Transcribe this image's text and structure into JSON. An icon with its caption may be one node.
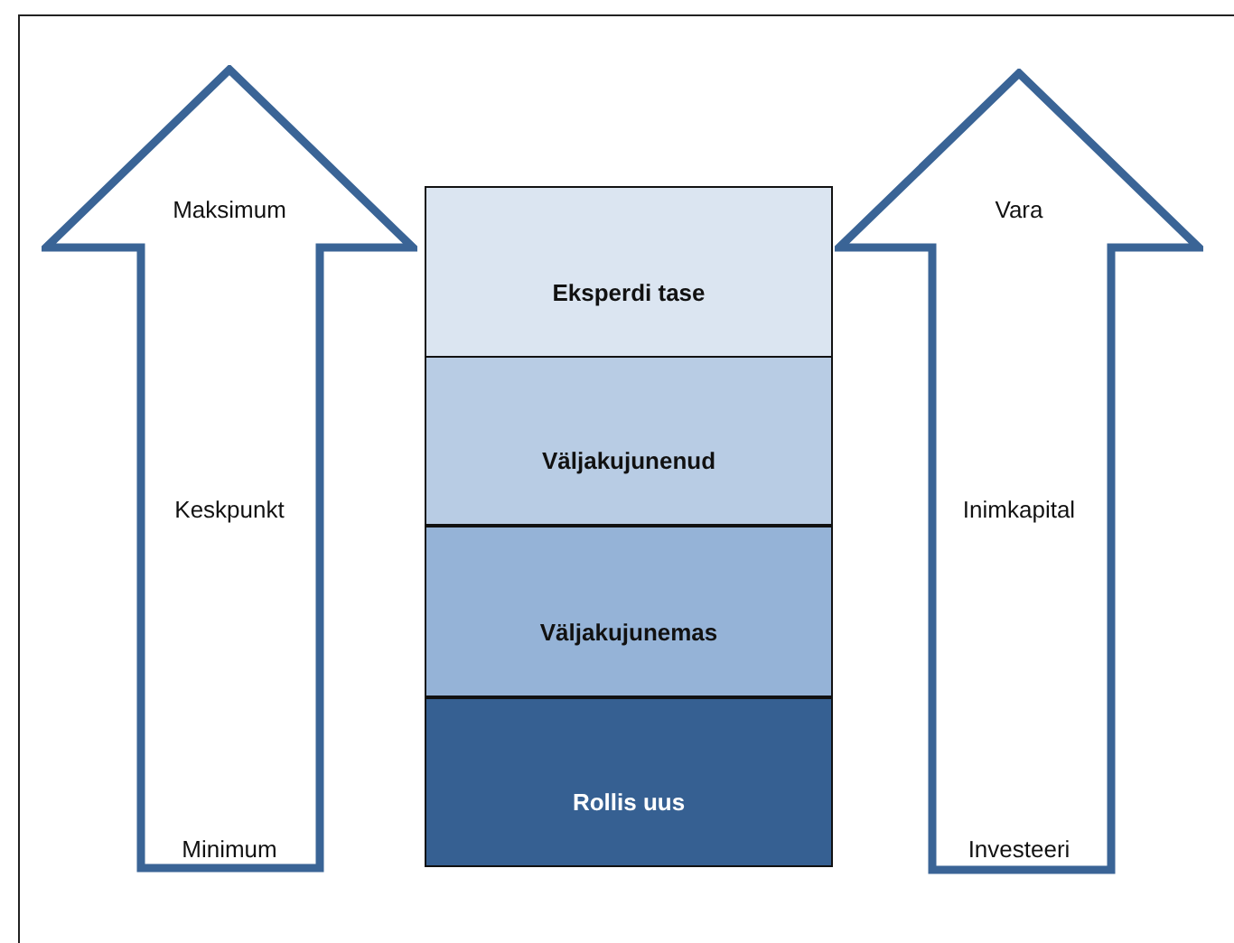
{
  "diagram": {
    "nodes": [
      {
        "text": [
          "Maksimum",
          "Keskpunkt",
          "Minimum"
        ]
      },
      {
        "text": [
          "Eksperdi tase"
        ]
      },
      {
        "text": [
          "Väljakujunenud"
        ]
      },
      {
        "text": [
          "Väljakujunemas"
        ]
      },
      {
        "text": [
          "Rollis uus"
        ]
      },
      {
        "text": [
          "Vara",
          "Inimkapital",
          "Investeeri"
        ]
      }
    ]
  }
}
